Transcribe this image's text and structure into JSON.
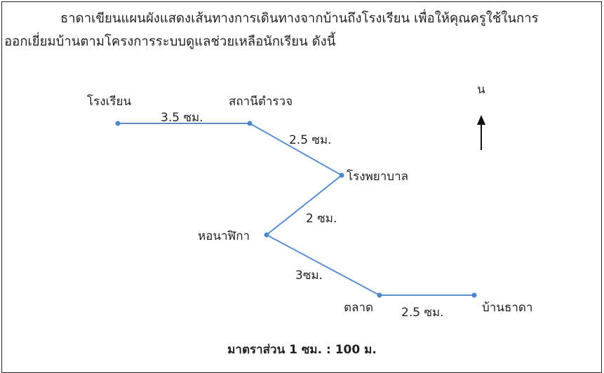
{
  "paragraph": {
    "line1": "ธาดาเขียนแผนผังแสดงเส้นทางการเดินทางจากบ้านถึงโรงเรียน เพื่อให้คุณครูใช้ในการ",
    "line2": "ออกเยี่ยมบ้านตามโครงการระบบดูแลช่วยเหลือนักเรียน ดังนี้"
  },
  "map": {
    "north_label": "น",
    "places": {
      "school": "โรงเรียน",
      "police": "สถานีตำรวจ",
      "hospital": "โรงพยาบาล",
      "clock_tower": "หอนาฬิกา",
      "market": "ตลาด",
      "home": "บ้านธาดา"
    },
    "distances": {
      "school_police": "3.5 ซม.",
      "police_hospital": "2.5 ซม.",
      "hospital_clock": "2 ซม.",
      "clock_market": "3ซม.",
      "market_home": "2.5 ซม."
    },
    "colors": {
      "route": "#5b8fd0",
      "point": "#4a86c8"
    }
  },
  "scale_text": "มาตราส่วน 1 ซม.  :  100 ม."
}
